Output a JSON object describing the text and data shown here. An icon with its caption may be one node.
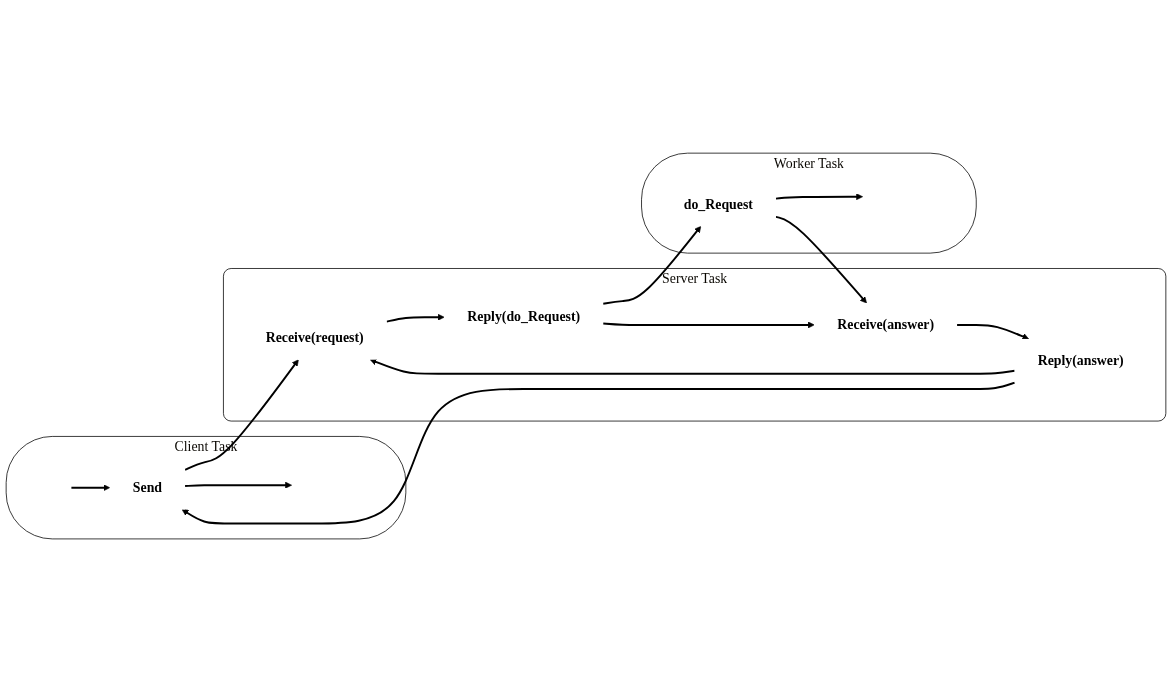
{
  "diagram": {
    "nodes": [
      {
        "text": [
          "Client Task"
        ]
      },
      {
        "text": [
          "Send"
        ],
        "in": 0
      },
      {
        "text": [
          "Server Task"
        ]
      },
      {
        "text": [
          "Receive(request)"
        ],
        "in": 2
      },
      {
        "text": [
          "Reply(do_Request)"
        ],
        "in": 2
      },
      {
        "text": [
          "Receive(answer)"
        ],
        "in": 2
      },
      {
        "text": [
          "Reply(answer)"
        ],
        "in": 2
      },
      {
        "text": [
          "Worker Task"
        ]
      },
      {
        "text": [
          "do_Request"
        ],
        "in": 7
      }
    ],
    "edges": [
      {
        "from": null,
        "to": 1,
        "arrow": "to"
      },
      {
        "from": 1,
        "to": null,
        "arrow": "to"
      },
      {
        "from": 1,
        "to": 3,
        "arrow": "to"
      },
      {
        "from": 3,
        "to": 4,
        "arrow": "to"
      },
      {
        "from": 4,
        "to": 5,
        "arrow": "to"
      },
      {
        "from": 5,
        "to": 6,
        "arrow": "to"
      },
      {
        "from": 6,
        "to": 3,
        "arrow": "to"
      },
      {
        "from": 6,
        "to": 1,
        "arrow": "to"
      },
      {
        "from": 4,
        "to": 8,
        "arrow": "to"
      },
      {
        "from": 8,
        "to": null,
        "arrow": "to"
      },
      {
        "from": 8,
        "to": 5,
        "arrow": "to"
      }
    ]
  }
}
